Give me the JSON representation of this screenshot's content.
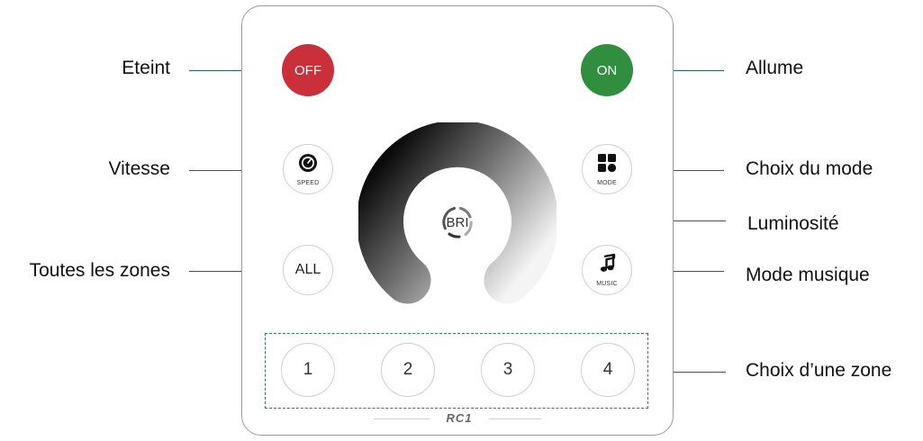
{
  "annotations": {
    "off": "Eteint",
    "on": "Allume",
    "speed": "Vitesse",
    "mode": "Choix du mode",
    "brightness": "Luminosité",
    "all": "Toutes les zones",
    "music": "Mode musique",
    "zone": "Choix d’une zone"
  },
  "remote": {
    "off_label": "OFF",
    "on_label": "ON",
    "speed_label": "SPEED",
    "mode_label": "MODE",
    "all_label": "ALL",
    "music_label": "MUSIC",
    "bri_label": "BRI",
    "zones": [
      "1",
      "2",
      "3",
      "4"
    ],
    "logo": "RC1"
  },
  "colors": {
    "off": "#c9303a",
    "on": "#2f8f3e",
    "leader": "#1e5f86"
  },
  "icons": {
    "speed": "speedometer-icon",
    "mode": "grid-icon",
    "music": "music-note-icon",
    "brightness": "brightness-ring-icon"
  }
}
